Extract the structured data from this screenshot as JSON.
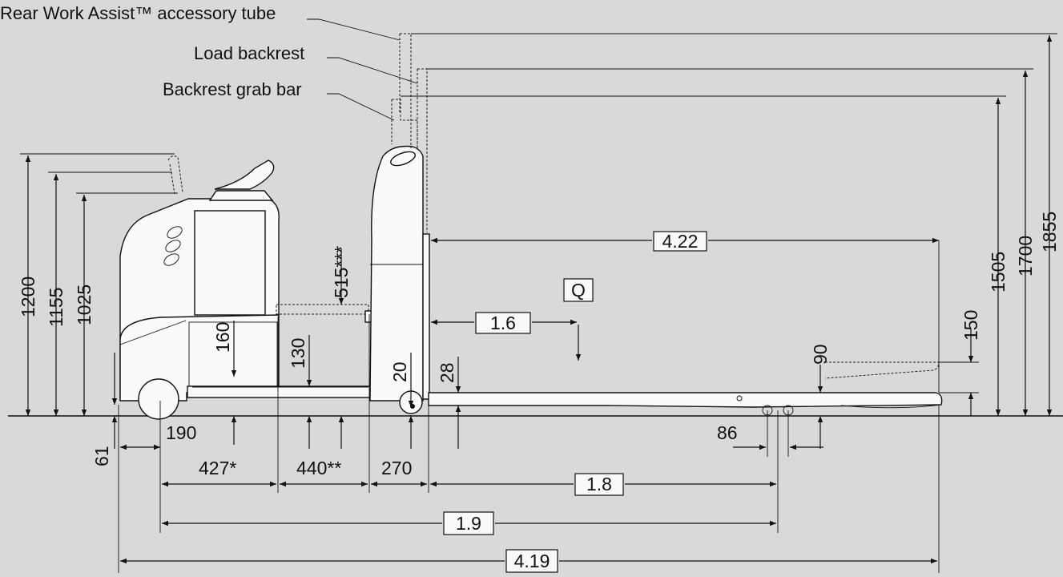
{
  "labels": {
    "rear_tube": "Rear Work Assist™ accessory tube",
    "load_backrest": "Load backrest",
    "grab_bar": "Backrest grab bar"
  },
  "dimensions": {
    "d4_22": "4.22",
    "dq": "Q",
    "d1_6": "1.6",
    "d1505": "1505",
    "d1700": "1700",
    "d1855": "1855",
    "d150": "150",
    "d90": "90",
    "d1200": "1200",
    "d1155": "1155",
    "d1025": "1025",
    "d515": "515***",
    "d160": "160",
    "d130": "130",
    "d20": "20",
    "d28": "28",
    "d61": "61",
    "d190": "190",
    "d427": "427*",
    "d440": "440**",
    "d270": "270",
    "d86": "86",
    "d1_8": "1.8",
    "d1_9": "1.9",
    "d4_19": "4.19"
  }
}
